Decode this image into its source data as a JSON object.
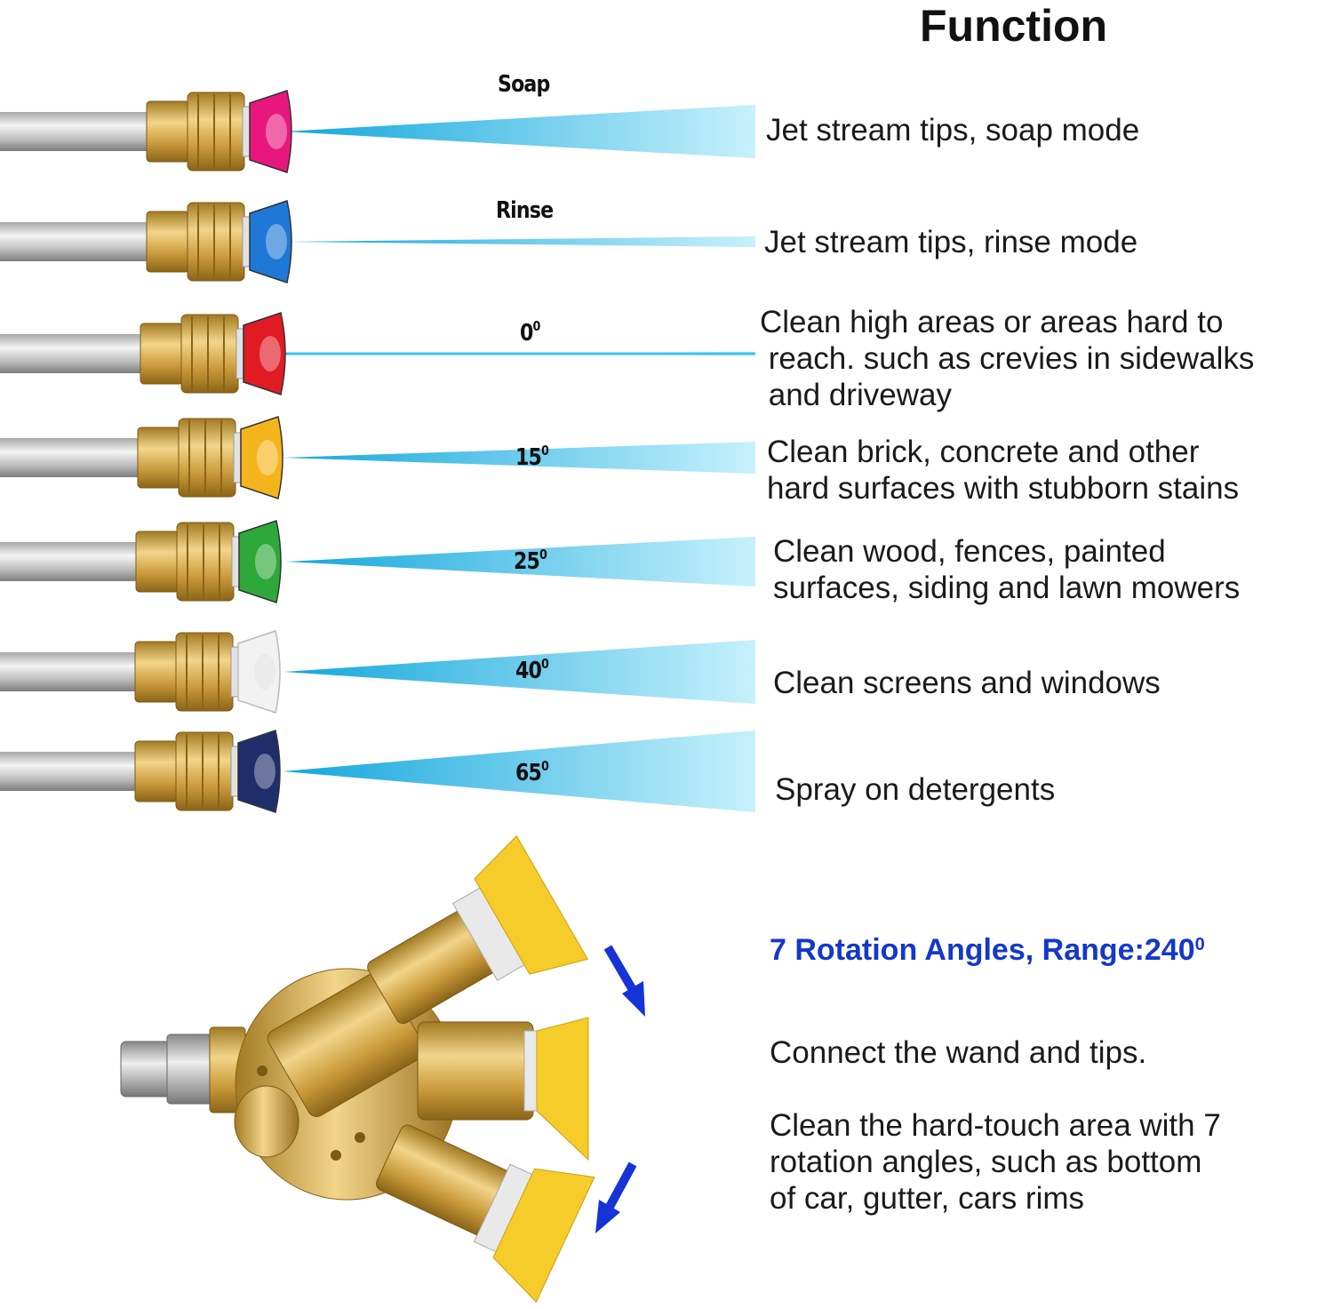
{
  "title": "Function",
  "rows": [
    {
      "label": "Soap",
      "deg": false,
      "nozzle_color": "#e8177e",
      "description": "Jet stream tips, soap mode"
    },
    {
      "label": "Rinse",
      "deg": false,
      "nozzle_color": "#1f78d6",
      "description": "Jet stream tips, rinse mode"
    },
    {
      "label": "0",
      "deg": true,
      "nozzle_color": "#e01b24",
      "description": "Clean high areas or areas hard to\n reach. such as crevies in sidewalks\n and driveway"
    },
    {
      "label": "15",
      "deg": true,
      "nozzle_color": "#f4b51c",
      "description": "Clean brick, concrete and other\nhard surfaces with stubborn stains"
    },
    {
      "label": "25",
      "deg": true,
      "nozzle_color": "#2ea83a",
      "description": "Clean wood, fences, painted\nsurfaces, siding and lawn mowers"
    },
    {
      "label": "40",
      "deg": true,
      "nozzle_color": "#f2f2f2",
      "description": "Clean screens and windows"
    },
    {
      "label": "65",
      "deg": true,
      "nozzle_color": "#1f2d6b",
      "description": "Spray on detergents"
    }
  ],
  "degree_sup": "0",
  "rotation": {
    "heading": "7 Rotation Angles, Range:240",
    "heading_sup": "0",
    "line1": "Connect the wand and tips.",
    "line2": "Clean the hard-touch area with 7\nrotation angles, such as bottom\nof car, gutter, cars rims"
  },
  "colors": {
    "spray": "#23b7e5",
    "brass": "#d4a944",
    "arrow": "#1533d6",
    "yellow_tip": "#f5cc2a"
  }
}
